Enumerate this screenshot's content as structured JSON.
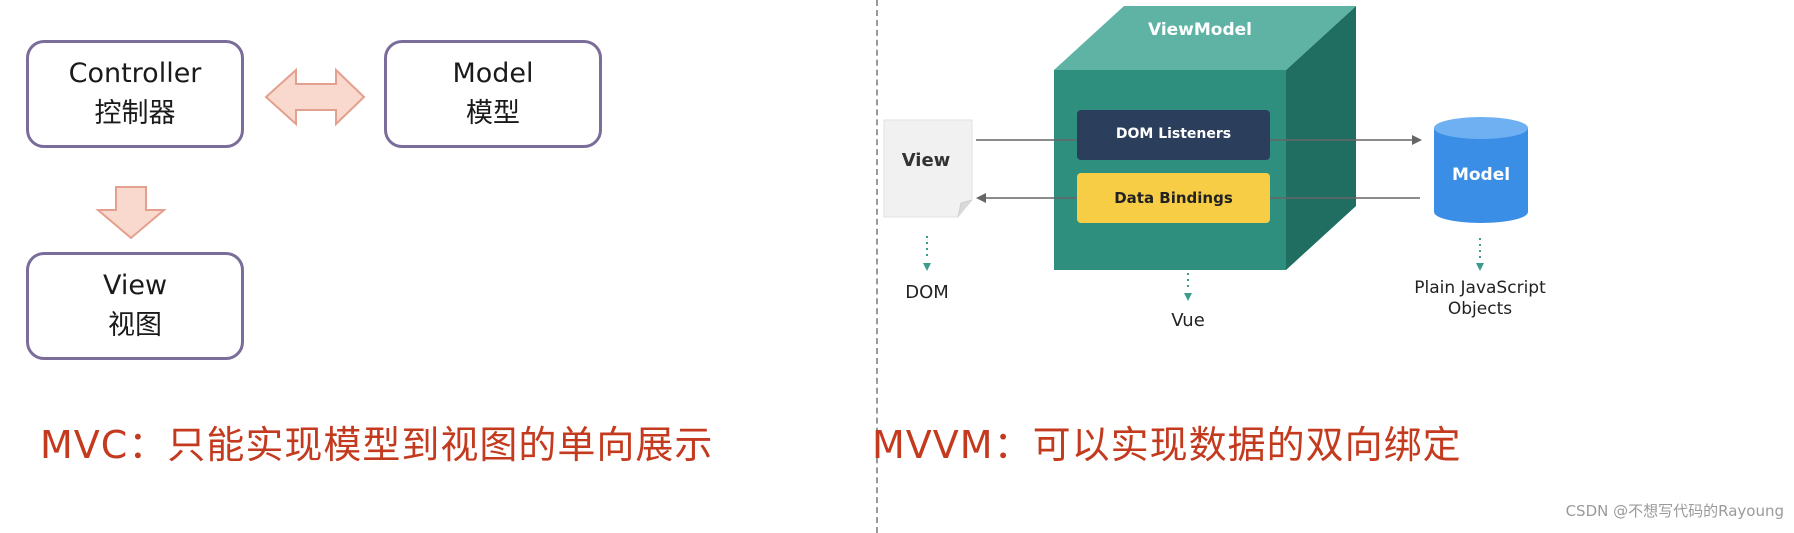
{
  "mvc": {
    "controller": {
      "title": "Controller",
      "subtitle": "控制器"
    },
    "model": {
      "title": "Model",
      "subtitle": "模型"
    },
    "view": {
      "title": "View",
      "subtitle": "视图"
    },
    "caption": "MVC：只能实现模型到视图的单向展示"
  },
  "mvvm": {
    "viewmodel_label": "ViewModel",
    "dom_listeners": "DOM Listeners",
    "data_bindings": "Data Bindings",
    "view_label": "View",
    "model_label": "Model",
    "dom_label": "DOM",
    "vue_label": "Vue",
    "plain_js_line1": "Plain JavaScript",
    "plain_js_line2": "Objects",
    "caption": "MVVM：可以实现数据的双向绑定"
  },
  "watermark": "CSDN @不想写代码的Rayoung",
  "colors": {
    "box_border": "#7b6d9a",
    "arrow_fill": "#f9d8ce",
    "arrow_stroke": "#e3a08e",
    "caption": "#c43a1e",
    "cube_front": "#2f8f7f",
    "cube_top": "#5fb3a4",
    "cube_side": "#1f6e61",
    "dom_listeners_bg": "#2b3f5c",
    "data_bindings_bg": "#f7cd46",
    "model_cylinder": "#3a8ee6"
  }
}
